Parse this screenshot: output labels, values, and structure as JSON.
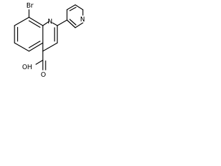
{
  "molecule": {
    "atoms": {
      "bromine": "Br",
      "quinoline_nitrogen": "N",
      "pyridine_nitrogen": "N",
      "carboxyl_oh": "OH",
      "carbonyl_oxygen": "O"
    }
  }
}
